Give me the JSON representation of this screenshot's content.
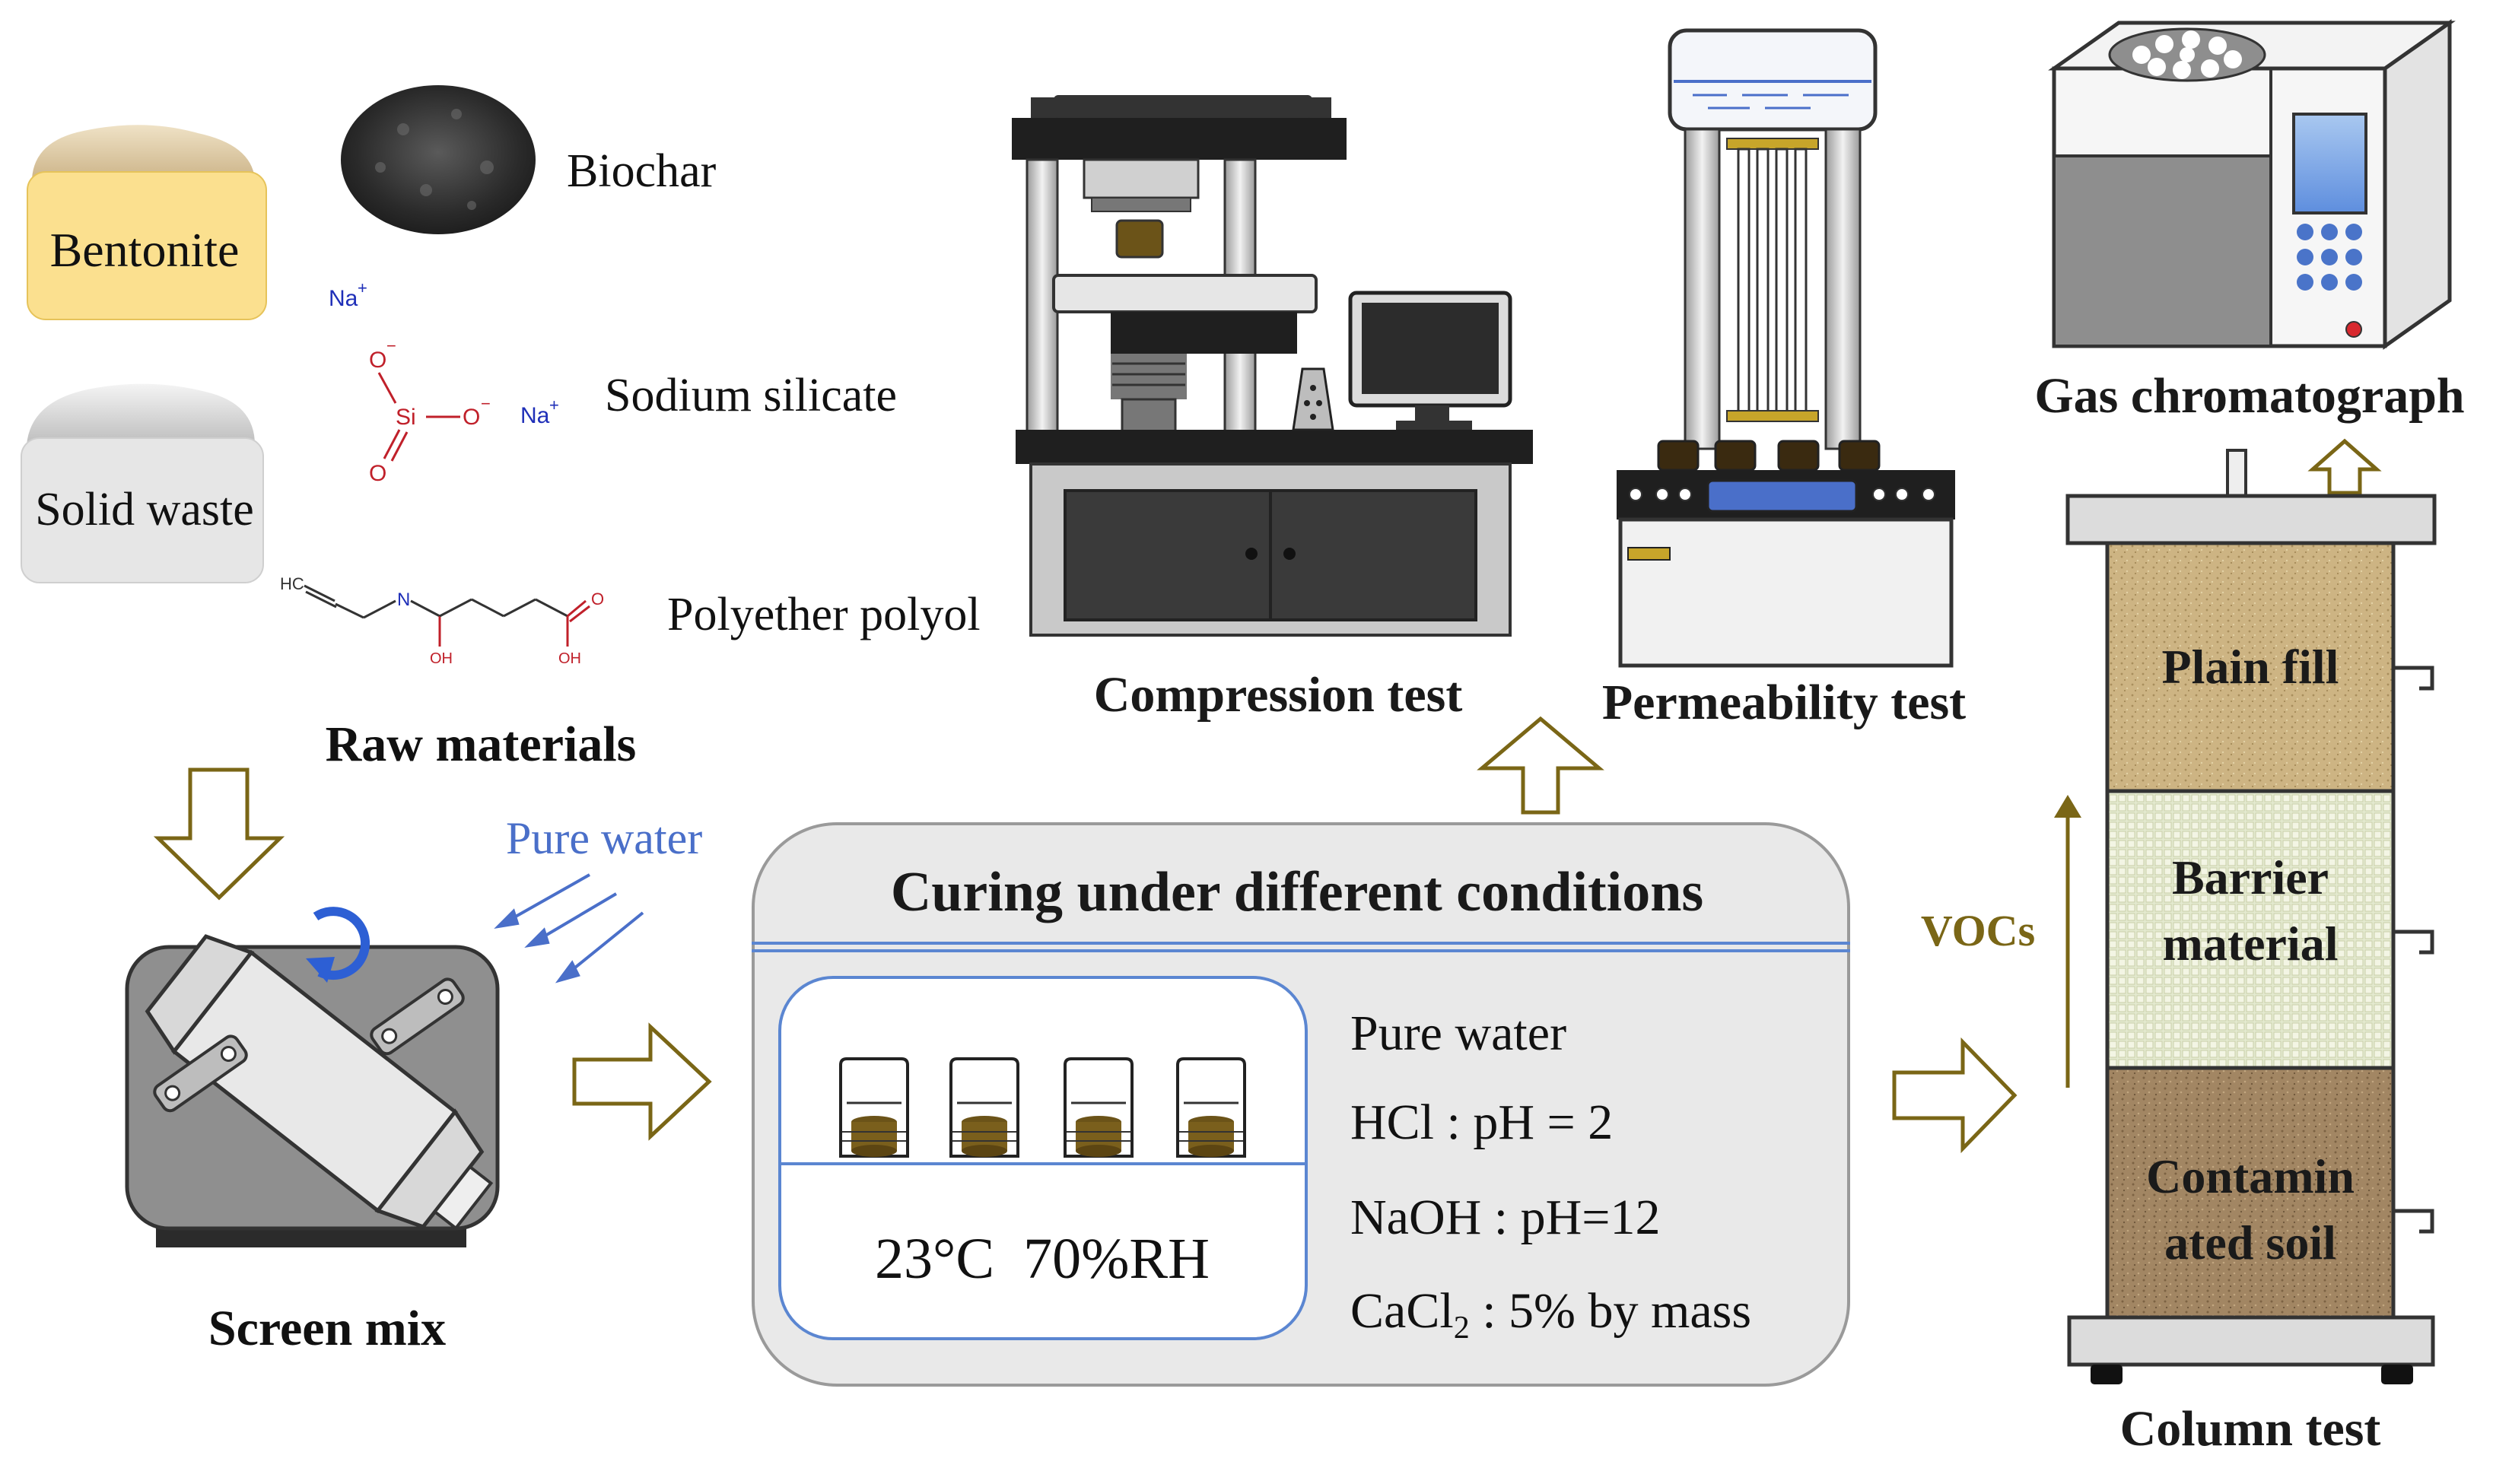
{
  "raw_materials": {
    "title": "Raw materials",
    "bentonite": "Bentonite",
    "solid_waste": "Solid waste",
    "biochar": "Biochar",
    "sodium_silicate": "Sodium silicate",
    "polyether_polyol": "Polyether polyol",
    "chem": {
      "na": "Na",
      "plus": "+",
      "o": "O",
      "minus": "−",
      "si": "Si",
      "hc": "HC",
      "n": "N",
      "oh": "OH"
    }
  },
  "mixing": {
    "title": "Screen mix",
    "pure_water": "Pure water"
  },
  "curing": {
    "title": "Curing under different conditions",
    "chamber_condition": "23°C  70%RH",
    "conditions": {
      "pure_water": "Pure water",
      "hcl": "HCl : pH = 2",
      "naoh": "NaOH : pH=12",
      "cacl2_a": "CaCl",
      "cacl2_sub": "2",
      "cacl2_b": " : 5% by mass"
    }
  },
  "tests": {
    "compression": "Compression test",
    "permeability": "Permeability test",
    "gc": "Gas chromatograph"
  },
  "column": {
    "title": "Column test",
    "vocs": "VOCs",
    "layer1_a": "Plain fill",
    "layer2_a": "Barrier",
    "layer2_b": "material",
    "layer3_a": "Contamin",
    "layer3_b": "ated soil"
  },
  "colors": {
    "arrow_outline": "#7a6616",
    "water_blue": "#4a6fc9",
    "bentonite_card": "#fbe08f",
    "solid_card": "#e6e6e6",
    "curing_panel": "#e9e9e9",
    "chamber_border": "#5b86d1"
  }
}
